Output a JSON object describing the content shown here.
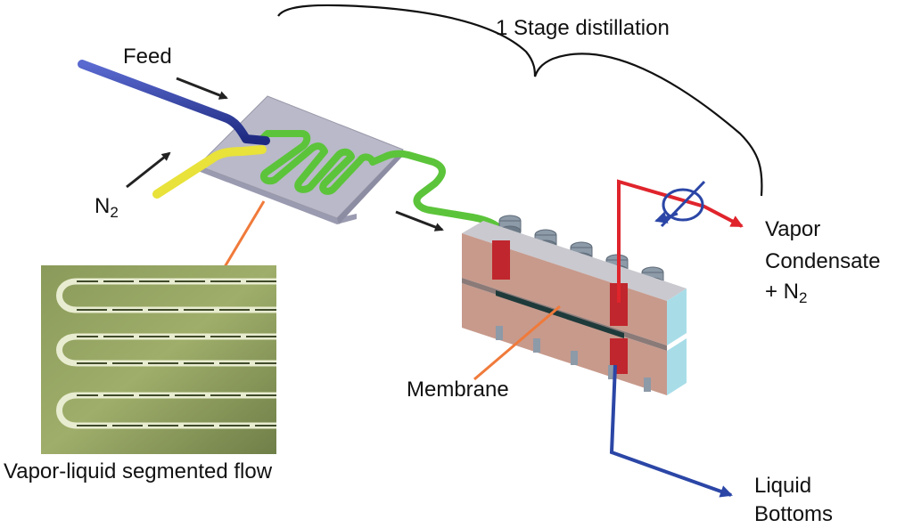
{
  "labels": {
    "stage_title": "1 Stage distillation",
    "feed": "Feed",
    "n2_main": "N",
    "n2_sub": "2",
    "vapor_line1": "Vapor",
    "vapor_line2": "Condensate",
    "vapor_line3_prefix": "+ N",
    "vapor_line3_sub": "2",
    "membrane": "Membrane",
    "liquid_line1": "Liquid",
    "liquid_line2": "Bottoms",
    "photo_caption": "Vapor-liquid segmented flow"
  },
  "colors": {
    "feed_tube": "#2b3a9e",
    "n2_tube": "#e8e23a",
    "channel": "#5cc43a",
    "chip": "#b9b9c9",
    "vapor_line": "#e0242c",
    "liquid_line": "#2b46a6",
    "condenser": "#2b46a6",
    "block_copper": "#c79a8c",
    "block_side": "#a8dde8",
    "leader": "#f07a3a"
  },
  "icons": {
    "condenser": "condenser-symbol-icon"
  }
}
